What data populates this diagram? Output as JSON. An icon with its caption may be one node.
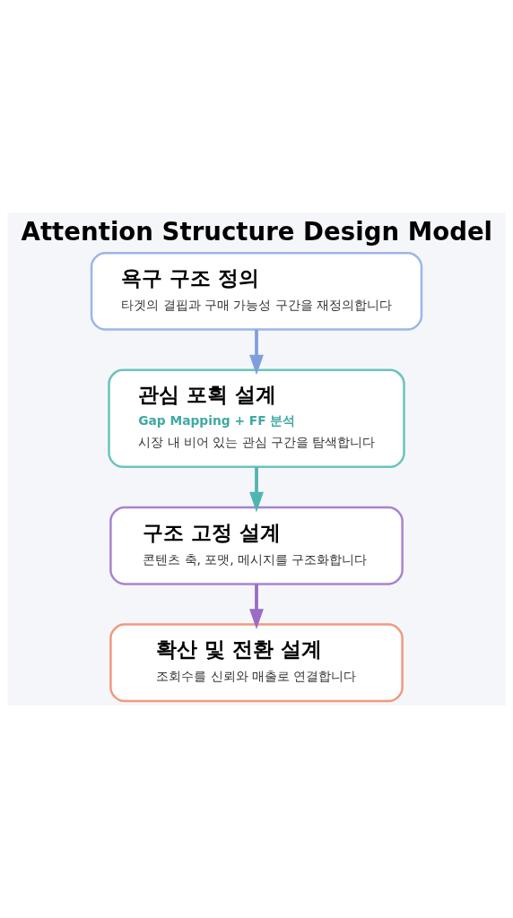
{
  "diagram": {
    "title": "Attention Structure Design Model",
    "nodes": [
      {
        "text": [
          "욕구 구조 정의",
          "타겟의 결핍과 구매 가능성 구간을 재정의합니다"
        ]
      },
      {
        "text": [
          "관심 포획 설계",
          "Gap Mapping + FF 분석",
          "시장 내 비어 있는 관심 구간을 탐색합니다"
        ]
      },
      {
        "text": [
          "구조 고정 설계",
          "콘텐츠 축, 포맷, 메시지를 구조화합니다"
        ]
      },
      {
        "text": [
          "확산 및 전환 설계",
          "조회수를 신뢰와 매출로 연결합니다"
        ]
      }
    ],
    "edges": [
      {
        "from": 0,
        "to": 1,
        "arrow": "to",
        "color": "#7f9fdc"
      },
      {
        "from": 1,
        "to": 2,
        "arrow": "to",
        "color": "#4fb5b0"
      },
      {
        "from": 2,
        "to": 3,
        "arrow": "to",
        "color": "#9a6cc4"
      }
    ]
  }
}
